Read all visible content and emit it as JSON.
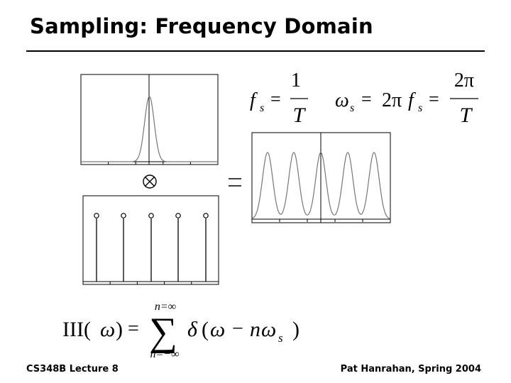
{
  "slide": {
    "title": "Sampling: Frequency Domain"
  },
  "footer": {
    "left": "CS348B Lecture 8",
    "right": "Pat Hanrahan, Spring 2004"
  },
  "equations": {
    "fs": {
      "lhs": "f",
      "lhs_sub": "s",
      "eq": "=",
      "num": "1",
      "den": "T"
    },
    "omega_s": {
      "lhs": "ω",
      "lhs_sub": "s",
      "eq1": "=",
      "mid": "2π",
      "mid_f": "f",
      "mid_sub": "s",
      "eq2": "=",
      "num": "2π",
      "den": "T"
    },
    "convolve_symbol": "⊗",
    "equals_symbol": "=",
    "shah": {
      "lhs": "III(",
      "lhs_omega": "ω",
      "lhs_close": ")",
      "eq": "=",
      "sum_top": "n=∞",
      "sum_bottom": "n=−∞",
      "sum": "∑",
      "delta": "δ",
      "body_open": "(",
      "body_omega": "ω",
      "body_minus": "−",
      "body_n": "n",
      "body_omega2": "ω",
      "body_sub": "s",
      "body_close": ")"
    }
  },
  "plots": {
    "gaussian": {
      "peak_center_fraction": 0.5,
      "width_fraction": 0.035
    },
    "impulses": {
      "count": 5
    },
    "product": {
      "peaks": 5
    }
  }
}
